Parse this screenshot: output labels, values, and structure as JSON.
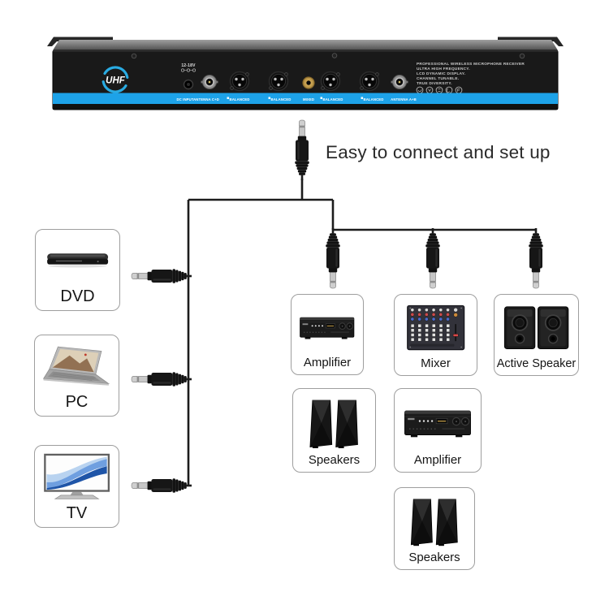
{
  "receiver": {
    "brand": "UHF",
    "power_voltage": "12-18V",
    "spec_lines": [
      "PROFESSIONAL WIRELESS MICROPHONE RECEIVER",
      "ULTRA HIGH FREQUENCY.",
      "LCD DYNAMIC DISPLAY.",
      "CHANNEL TUNABLE.",
      "TRUE DIVERSITY."
    ],
    "port_labels": [
      "DC INPUT",
      "ANTENNA C+D",
      "BALANCED",
      "BALANCED",
      "MIXED",
      "BALANCED",
      "BALANCED",
      "ANTENNA A+B"
    ],
    "stripe_color": "#1da2e8",
    "logo_color": "#29abe2"
  },
  "headline": "Easy to connect and set up",
  "source_devices": [
    {
      "label": "DVD"
    },
    {
      "label": "PC"
    },
    {
      "label": "TV"
    }
  ],
  "output_devices": [
    {
      "label": "Amplifier"
    },
    {
      "label": "Mixer"
    },
    {
      "label": "Active Speaker"
    },
    {
      "label": "Speakers"
    },
    {
      "label": "Amplifier"
    },
    {
      "label": "Speakers"
    }
  ]
}
